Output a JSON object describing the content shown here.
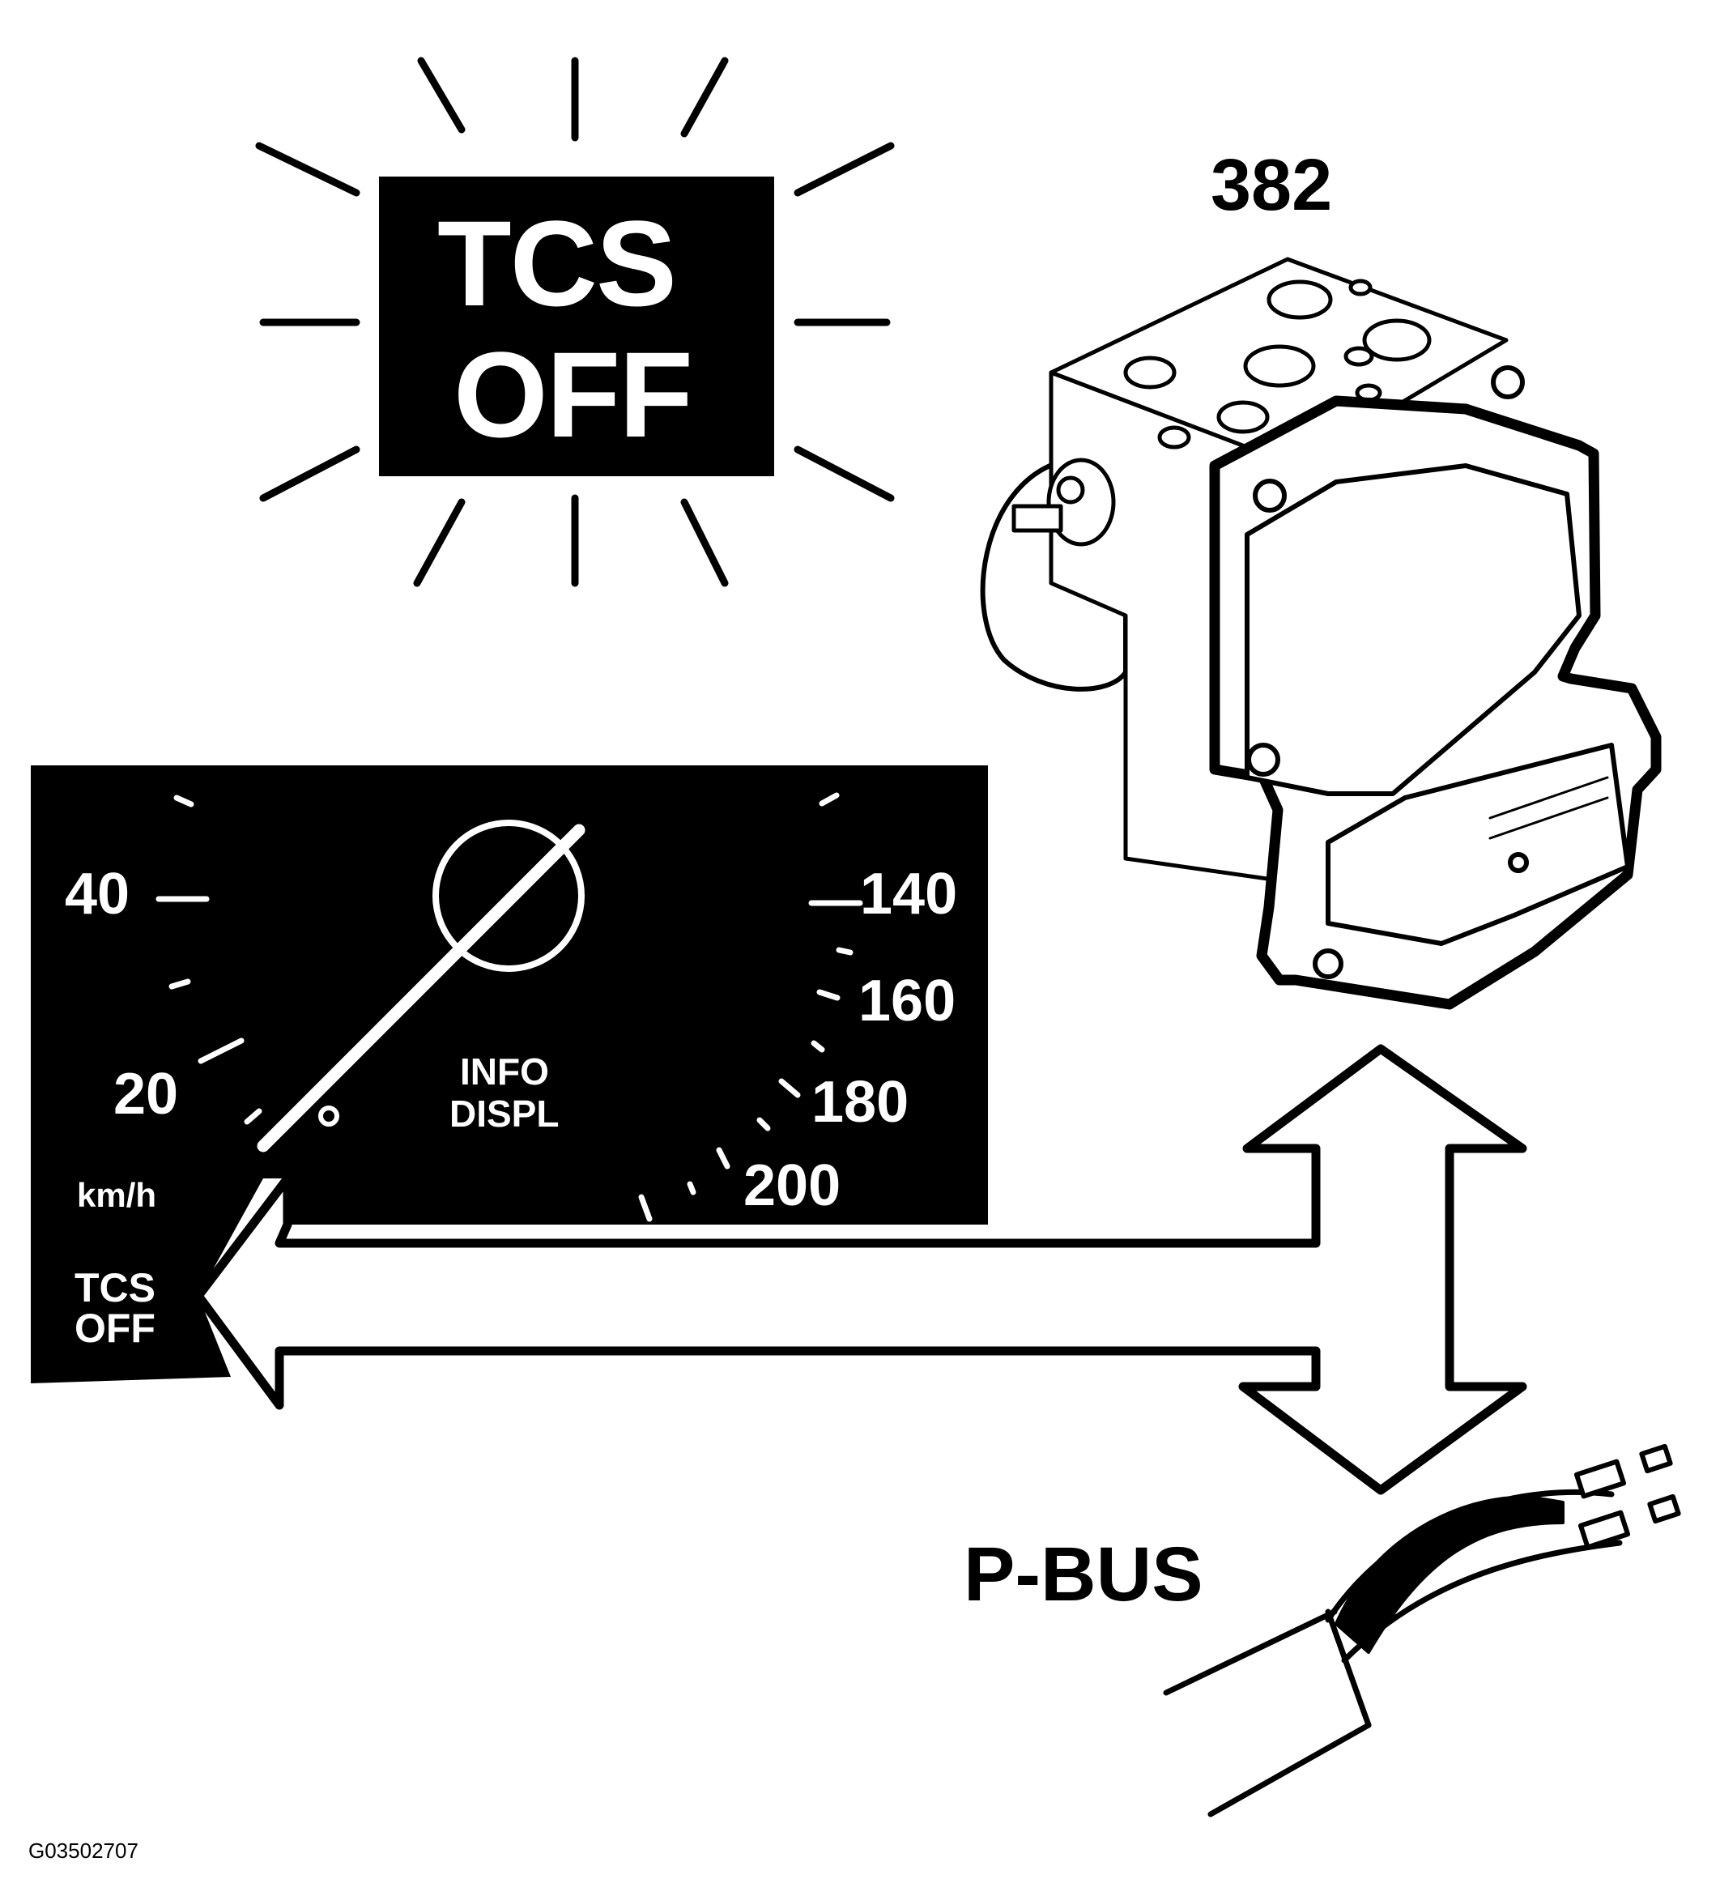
{
  "warning_lamp": {
    "line1": "TCS",
    "line2": "OFF"
  },
  "module_label": "382",
  "bus_label": "P-BUS",
  "cluster": {
    "unit": "km/h",
    "info_line1": "INFO",
    "info_line2": "DISPL",
    "indicator_line1": "TCS",
    "indicator_line2": "OFF",
    "speed_labels": [
      "20",
      "40",
      "140",
      "160",
      "180",
      "200"
    ]
  },
  "figure_id": "G03502707",
  "colors": {
    "ink": "#000000",
    "paper": "#ffffff"
  }
}
